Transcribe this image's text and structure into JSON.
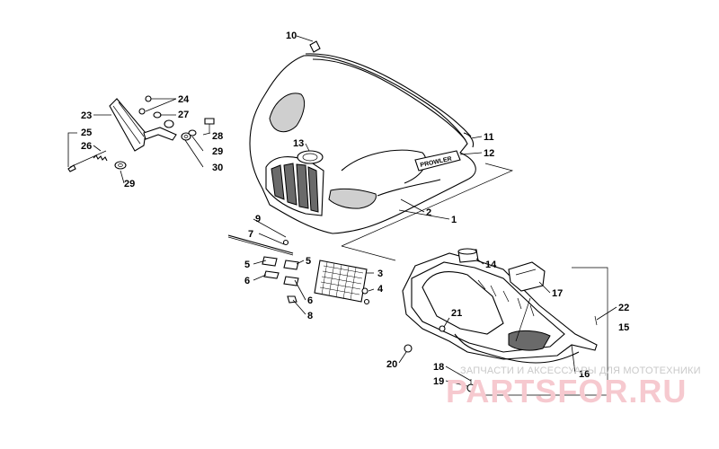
{
  "labels": [
    {
      "id": "l10",
      "text": "10"
    },
    {
      "id": "l11",
      "text": "11"
    },
    {
      "id": "l12",
      "text": "12"
    },
    {
      "id": "l13",
      "text": "13"
    },
    {
      "id": "l1",
      "text": "1"
    },
    {
      "id": "l2",
      "text": "2"
    },
    {
      "id": "l23",
      "text": "23"
    },
    {
      "id": "l24",
      "text": "24"
    },
    {
      "id": "l27",
      "text": "27"
    },
    {
      "id": "l25",
      "text": "25"
    },
    {
      "id": "l26",
      "text": "26"
    },
    {
      "id": "l28",
      "text": "28"
    },
    {
      "id": "l29a",
      "text": "29"
    },
    {
      "id": "l30",
      "text": "30"
    },
    {
      "id": "l29b",
      "text": "29"
    },
    {
      "id": "l9",
      "text": "9"
    },
    {
      "id": "l7",
      "text": "7"
    },
    {
      "id": "l5a",
      "text": "5"
    },
    {
      "id": "l5b",
      "text": "5"
    },
    {
      "id": "l6a",
      "text": "6"
    },
    {
      "id": "l3",
      "text": "3"
    },
    {
      "id": "l4",
      "text": "4"
    },
    {
      "id": "l6b",
      "text": "6"
    },
    {
      "id": "l8",
      "text": "8"
    },
    {
      "id": "l14",
      "text": "14"
    },
    {
      "id": "l17",
      "text": "17"
    },
    {
      "id": "l22",
      "text": "22"
    },
    {
      "id": "l15",
      "text": "15"
    },
    {
      "id": "l21",
      "text": "21"
    },
    {
      "id": "l20",
      "text": "20"
    },
    {
      "id": "l18",
      "text": "18"
    },
    {
      "id": "l19",
      "text": "19"
    },
    {
      "id": "l16",
      "text": "16"
    }
  ],
  "watermark": {
    "caption": "ЗАПЧАСТИ И АКСЕССУАРЫ ДЛЯ МОТОТЕХНИКИ",
    "logo": "PARTSFOR.RU"
  },
  "hood_decal": "PROWLER"
}
